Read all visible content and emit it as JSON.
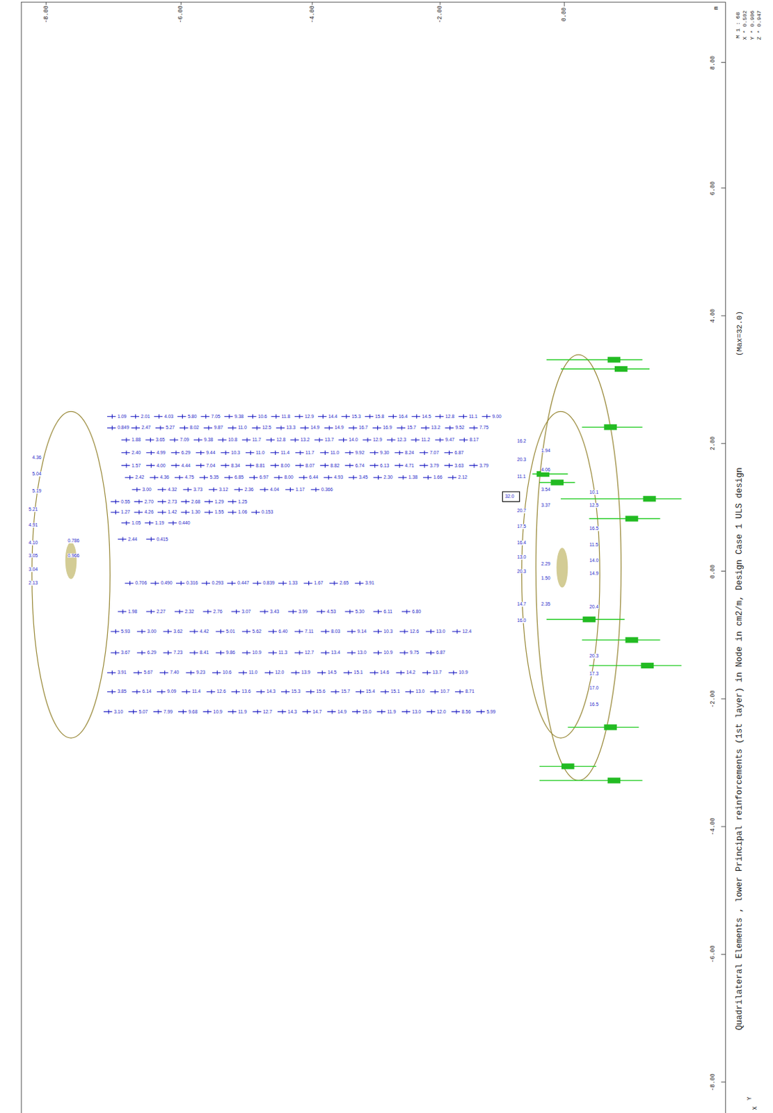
{
  "diagram": {
    "title": "Quadrilateral Elements , lower Principal reinforcements (1st layer) in Node in cm2/m, Design Case 1 ULS design",
    "labels": [
      "-8.00",
      "-6.00",
      "-4.00",
      "-2.00",
      "0.00",
      "8.00",
      "6.00",
      "4.00",
      "2.00",
      "0.00",
      "-2.00",
      "-4.00",
      "-6.00",
      "-8.00",
      "m",
      "M 1 : 68",
      "X * 0.502",
      "Y * 0.906",
      "Z * 0.947",
      "(Max=32.0)",
      "1.09",
      "2.01",
      "4.03",
      "5.80",
      "7.05",
      "9.38",
      "10.6",
      "11.8",
      "12.9",
      "14.4",
      "15.3",
      "15.8",
      "16.4",
      "14.5",
      "12.8",
      "11.1",
      "9.00",
      "0.849",
      "2.47",
      "5.27",
      "8.02",
      "9.87",
      "11.0",
      "12.5",
      "13.3",
      "14.9",
      "14.9",
      "16.7",
      "16.9",
      "15.7",
      "13.2",
      "9.52",
      "7.75",
      "1.88",
      "3.65",
      "7.09",
      "9.38",
      "10.8",
      "11.7",
      "12.8",
      "13.2",
      "13.7",
      "14.0",
      "12.9",
      "12.3",
      "11.2",
      "9.47",
      "8.17",
      "2.40",
      "4.99",
      "6.29",
      "9.44",
      "10.3",
      "11.0",
      "11.4",
      "11.7",
      "11.0",
      "9.92",
      "9.30",
      "8.24",
      "7.07",
      "6.87",
      "1.57",
      "4.00",
      "4.44",
      "7.04",
      "8.34",
      "8.81",
      "8.00",
      "8.07",
      "8.82",
      "6.74",
      "6.13",
      "4.71",
      "3.79",
      "3.63",
      "3.79",
      "2.42",
      "4.36",
      "4.75",
      "5.35",
      "6.85",
      "6.97",
      "8.00",
      "6.44",
      "4.93",
      "3.45",
      "2.30",
      "1.38",
      "1.66",
      "2.12",
      "3.00",
      "4.32",
      "3.73",
      "3.12",
      "2.36",
      "4.04",
      "1.17",
      "0.366",
      "0.55",
      "2.70",
      "2.73",
      "2.68",
      "1.29",
      "1.25",
      "1.27",
      "4.26",
      "1.42",
      "1.30",
      "1.55",
      "1.06",
      "0.153",
      "1.05",
      "1.19",
      "0.440",
      "2.44",
      "0.415",
      "0.706",
      "0.490",
      "0.316",
      "0.293",
      "0.447",
      "0.839",
      "1.33",
      "1.67",
      "2.65",
      "3.91",
      "1.98",
      "2.27",
      "2.32",
      "2.76",
      "3.07",
      "3.43",
      "3.99",
      "4.53",
      "5.30",
      "6.11",
      "6.80",
      "5.93",
      "3.00",
      "3.62",
      "4.42",
      "5.01",
      "5.62",
      "6.40",
      "7.11",
      "8.03",
      "9.14",
      "10.3",
      "12.6",
      "13.0",
      "12.4",
      "3.67",
      "6.29",
      "7.23",
      "8.41",
      "9.86",
      "10.9",
      "11.3",
      "12.7",
      "13.4",
      "13.0",
      "10.9",
      "9.75",
      "6.87",
      "3.91",
      "5.67",
      "7.40",
      "9.23",
      "10.6",
      "11.0",
      "12.0",
      "13.9",
      "14.5",
      "15.1",
      "14.6",
      "14.2",
      "13.7",
      "10.9",
      "3.85",
      "6.14",
      "9.09",
      "11.4",
      "12.6",
      "13.6",
      "14.3",
      "15.3",
      "15.6",
      "15.7",
      "15.4",
      "15.1",
      "13.0",
      "10.7",
      "8.71",
      "3.10",
      "5.07",
      "7.99",
      "9.68",
      "10.9",
      "11.9",
      "12.7",
      "14.3",
      "14.7",
      "14.9",
      "15.0",
      "11.9",
      "13.0",
      "12.0",
      "8.56",
      "5.99",
      "4.36",
      "5.04",
      "5.19",
      "5.21",
      "4.91",
      "4.10",
      "3.05",
      "3.04",
      "2.13",
      "0.786",
      "0.966",
      "16.2",
      "20.3",
      "11.1",
      "20.7",
      "17.5",
      "16.4",
      "13.0",
      "20.3",
      "14.7",
      "16.0",
      "1.94",
      "4.06",
      "3.54",
      "3.37",
      "2.29",
      "1.50",
      "2.35",
      "10.1",
      "12.5",
      "16.5",
      "11.5",
      "14.0",
      "14.9",
      "20.4",
      "20.3",
      "17.3",
      "17.0",
      "16.5",
      "32.0",
      "X",
      "Y"
    ]
  }
}
